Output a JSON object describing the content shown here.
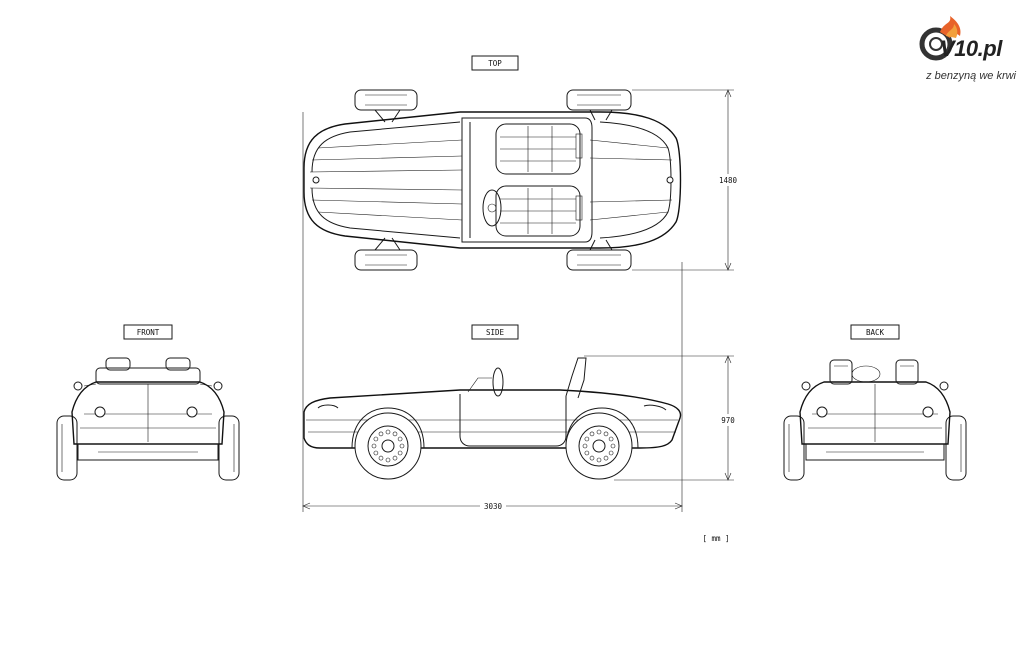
{
  "brand": {
    "name": "V10.pl",
    "tagline": "z benzyną we krwi",
    "logo_icon": "tire-flame-icon",
    "accent": "#e8632a"
  },
  "views": {
    "top": "TOP",
    "front": "FRONT",
    "side": "SIDE",
    "back": "BACK"
  },
  "dimensions": {
    "width": "1480",
    "height": "970",
    "length": "3030",
    "unit": "[ mm ]"
  }
}
